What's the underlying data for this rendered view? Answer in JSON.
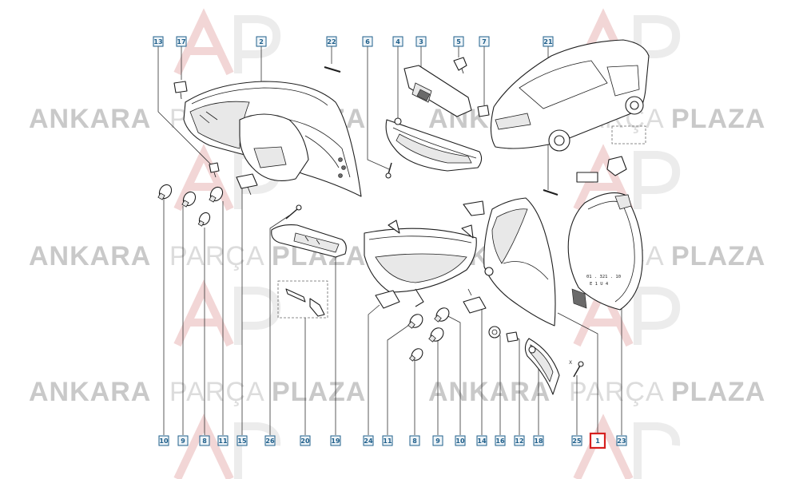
{
  "watermark": {
    "word1": "ANKARA",
    "word2": "PARÇA",
    "word3": "PLAZA"
  },
  "selected_label": "1",
  "callouts": [
    {
      "id": "c13",
      "label": "13"
    },
    {
      "id": "c17",
      "label": "17"
    },
    {
      "id": "c2",
      "label": "2"
    },
    {
      "id": "c22",
      "label": "22"
    },
    {
      "id": "c6",
      "label": "6"
    },
    {
      "id": "c4",
      "label": "4"
    },
    {
      "id": "c3",
      "label": "3"
    },
    {
      "id": "c5",
      "label": "5"
    },
    {
      "id": "c7",
      "label": "7"
    },
    {
      "id": "c21",
      "label": "21"
    },
    {
      "id": "b10a",
      "label": "10"
    },
    {
      "id": "b9a",
      "label": "9"
    },
    {
      "id": "b8a",
      "label": "8"
    },
    {
      "id": "b11a",
      "label": "11"
    },
    {
      "id": "b15",
      "label": "15"
    },
    {
      "id": "b26",
      "label": "26"
    },
    {
      "id": "b20",
      "label": "20"
    },
    {
      "id": "b19",
      "label": "19"
    },
    {
      "id": "b24",
      "label": "24"
    },
    {
      "id": "b11b",
      "label": "11"
    },
    {
      "id": "b8b",
      "label": "8"
    },
    {
      "id": "b9b",
      "label": "9"
    },
    {
      "id": "b10b",
      "label": "10"
    },
    {
      "id": "b14",
      "label": "14"
    },
    {
      "id": "b16",
      "label": "16"
    },
    {
      "id": "b12",
      "label": "12"
    },
    {
      "id": "b18",
      "label": "18"
    },
    {
      "id": "b25",
      "label": "25"
    },
    {
      "id": "b1",
      "label": "1"
    },
    {
      "id": "b23",
      "label": "23"
    }
  ],
  "part_text": {
    "lens_code_line1": "01 . 321 . 10",
    "lens_code_line2": "E 1   U 4",
    "screw_mark": "X"
  }
}
